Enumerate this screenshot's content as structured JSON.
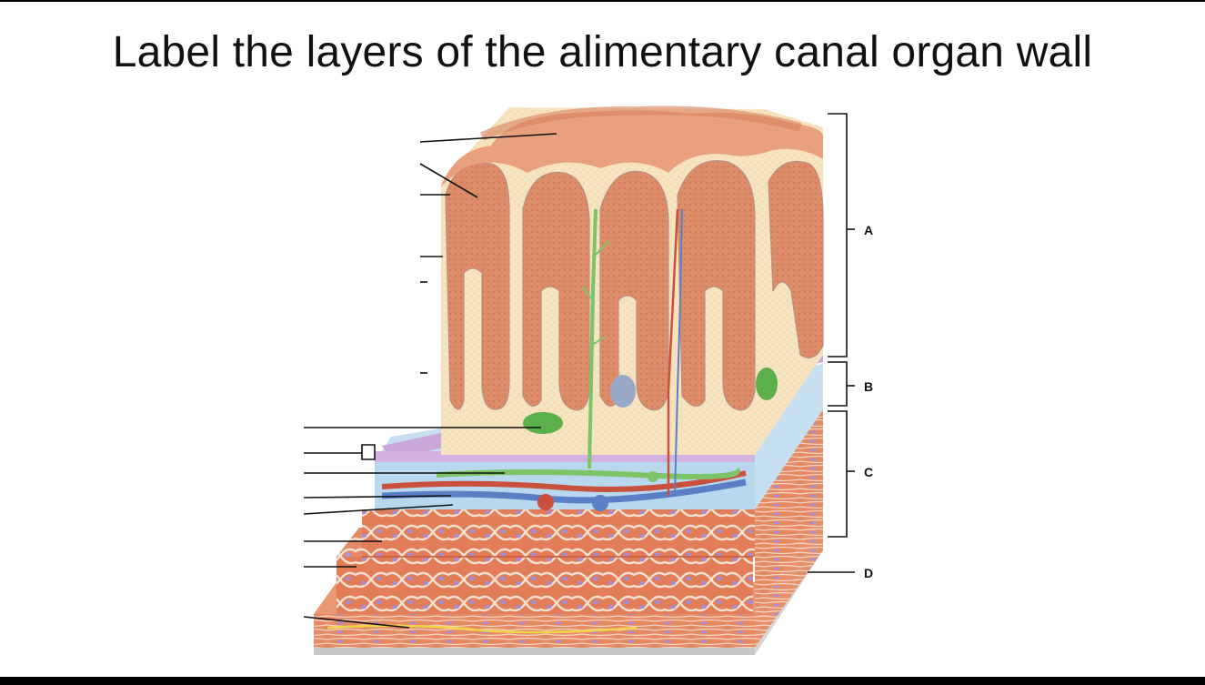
{
  "slide": {
    "title": "Label the layers of the alimentary canal organ wall"
  },
  "diagram": {
    "bracket_labels": [
      "A",
      "B",
      "C",
      "D"
    ],
    "colors": {
      "mucosa_pink": "#e9a07c",
      "mucosa_dark": "#d9825f",
      "lamina_cream": "#f6e3bf",
      "submucosa_blue": "#b9d8ee",
      "muscle_red": "#e07a55",
      "cell_outline": "#f8e6d9",
      "nucleus_violet": "#a98bd0",
      "lymph_green": "#5bb04a",
      "artery_red": "#c8503c",
      "vein_blue": "#5a7fc4",
      "serosa_grey": "#d9d9d9"
    }
  }
}
